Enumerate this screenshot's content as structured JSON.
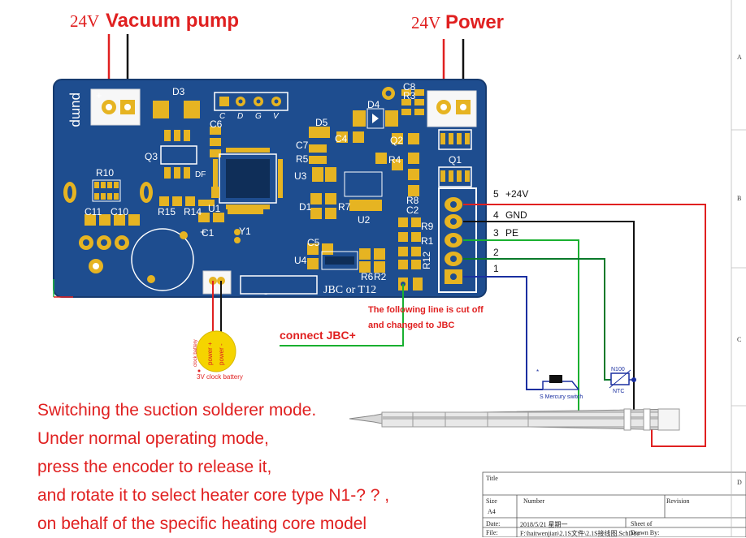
{
  "headers": {
    "vacuum_voltage": "24V",
    "vacuum_label": "Vacuum pump",
    "power_voltage": "24V",
    "power_label": "Power"
  },
  "board": {
    "pump_text": "pump",
    "connector_pins": [
      "C",
      "D",
      "G",
      "V"
    ],
    "refs": [
      "D3",
      "C6",
      "D5",
      "D4",
      "C8",
      "R3",
      "Q3",
      "C7",
      "R5",
      "C4",
      "Q2",
      "R4",
      "R10",
      "U3",
      "Q1",
      "D1",
      "R7",
      "R8",
      "C2",
      "R15",
      "R14",
      "U1",
      "C1",
      "Y1",
      "C11",
      "C10",
      "U2",
      "R9",
      "R1",
      "R12",
      "C5",
      "U4",
      "R6",
      "R2"
    ],
    "jbc_text": "JBC or T12",
    "df_text": "DF",
    "plus": "+",
    "plus2": "+",
    "minus": "-"
  },
  "pins": [
    {
      "num": "5",
      "label": "+24V"
    },
    {
      "num": "4",
      "label": "GND"
    },
    {
      "num": "3",
      "label": "PE"
    },
    {
      "num": "2",
      "label": ""
    },
    {
      "num": "1",
      "label": ""
    }
  ],
  "notes": {
    "cut_line1": "The following line is cut off",
    "cut_line2": "and changed to JBC",
    "connect": "connect JBC+",
    "battery_label": "3V clock battery",
    "battery_face_a": "clock battery",
    "battery_face_b": "power +",
    "battery_face_c": "power -",
    "battery_plus": "+"
  },
  "components": {
    "ntc_top": "N100",
    "ntc_bottom": "NTC",
    "switch_label": "S Mercury switch",
    "switch_s": "*"
  },
  "instructions": [
    "Switching the suction solderer mode.",
    "Under normal operating mode,",
    "press the encoder to release it,",
    "and rotate it to select heater core type N1-? ? ,",
    "on behalf of the specific heating core model"
  ],
  "title_block": {
    "title": "Title",
    "size_label": "Size",
    "size_value": "A4",
    "number_label": "Number",
    "revision_label": "Revision",
    "date_label": "Date:",
    "date_value": "2018/5/21 星期一",
    "file_label": "File:",
    "file_value": "F:\\haitwenjian\\2.1S文件\\2.1S接线图.SchDoc",
    "sheet_label": "Sheet   of",
    "drawn_label": "Drawn By:"
  },
  "margin_letters": [
    "A",
    "B",
    "C",
    "D"
  ],
  "colors": {
    "board": "#1e4d8f",
    "pad": "#e6b422",
    "wire_red": "#e02020",
    "wire_black": "#111111",
    "wire_green": "#19b030",
    "wire_green_dark": "#0a7a2a",
    "wire_blue": "#1a2fa0",
    "battery": "#f5d400"
  }
}
